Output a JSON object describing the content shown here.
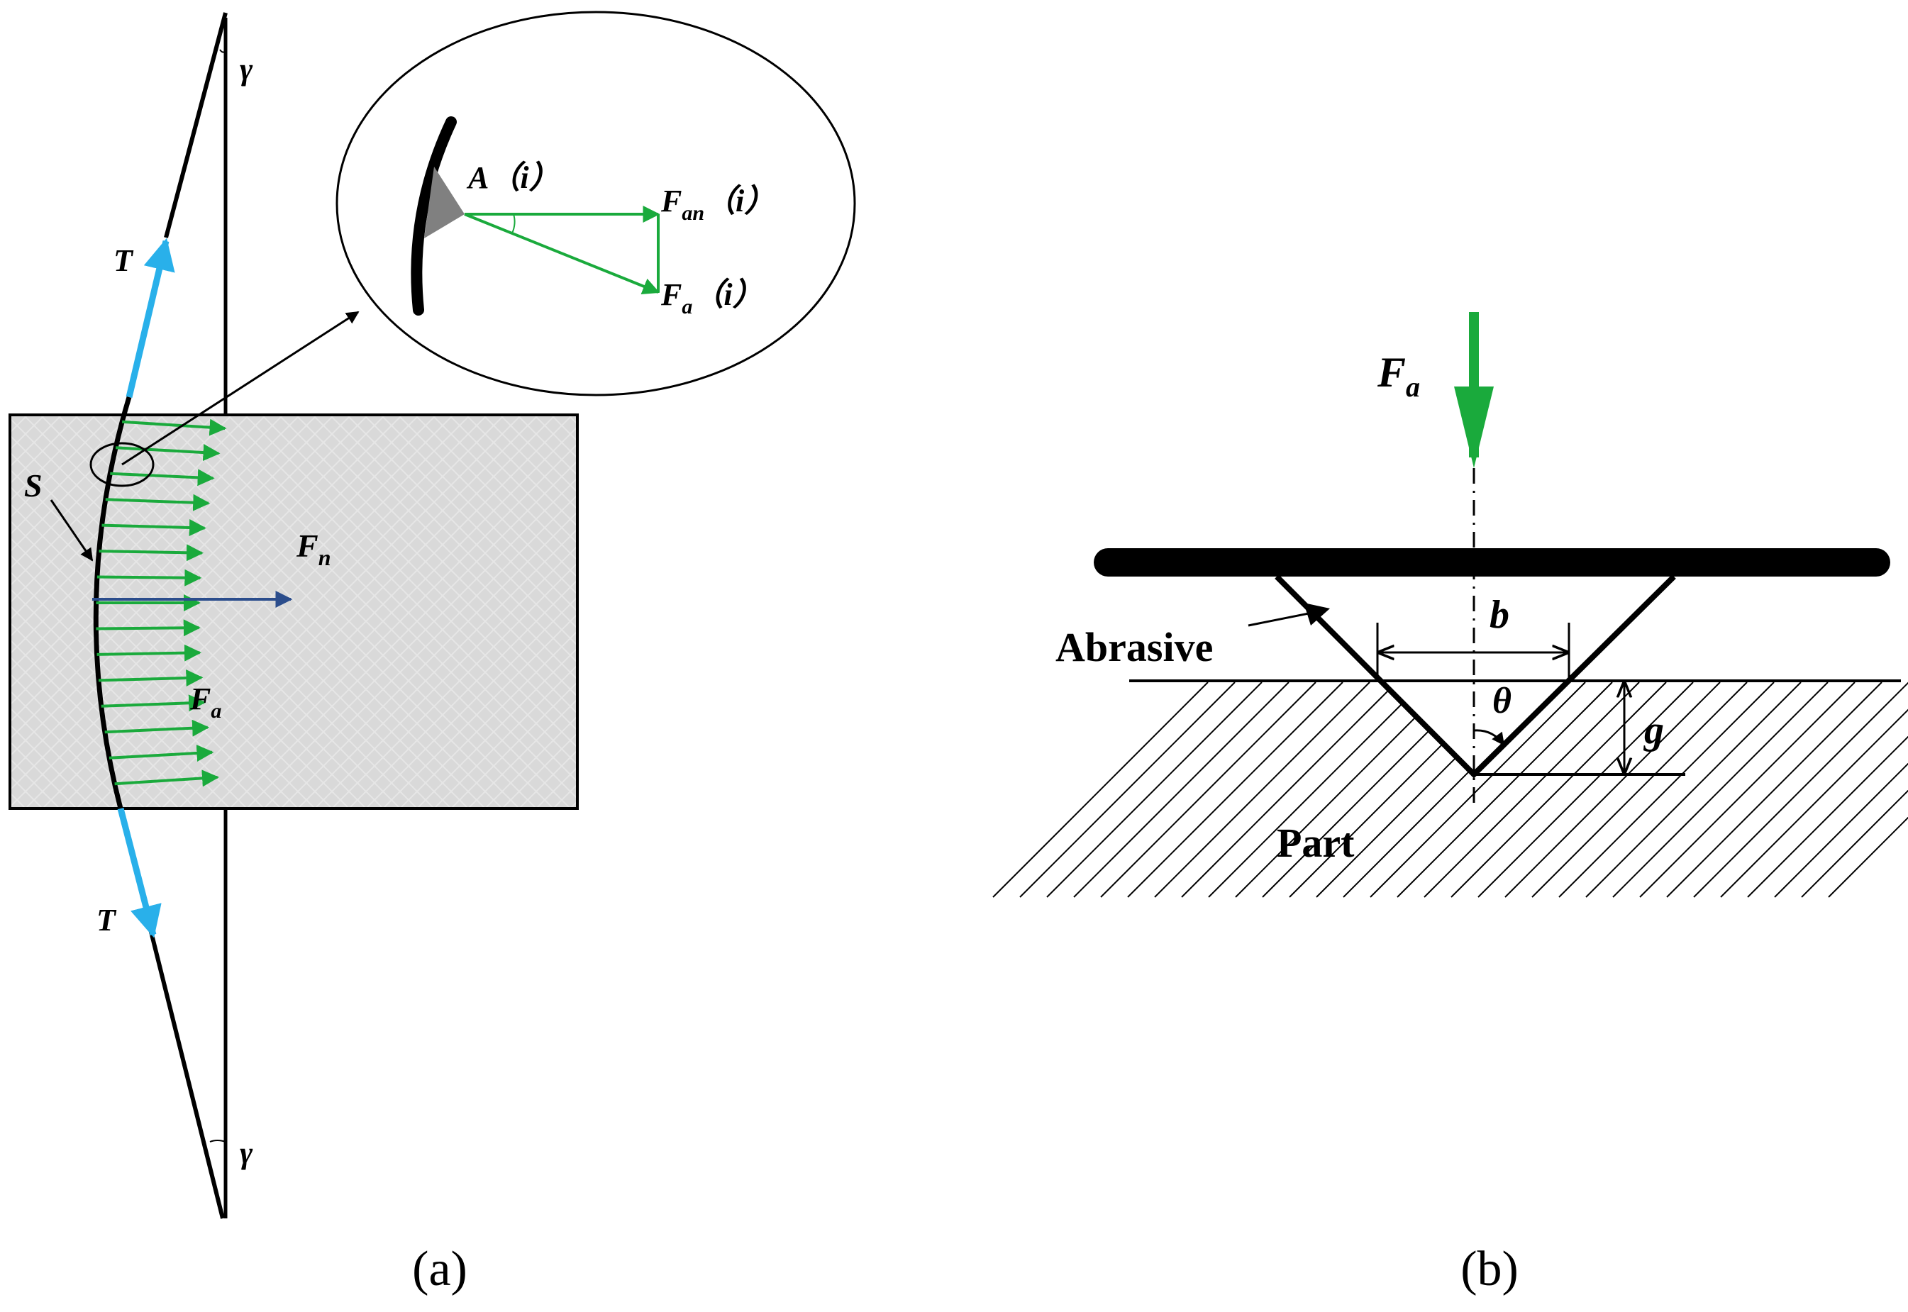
{
  "colors": {
    "ink": "#000000",
    "tension": "#29b0ea",
    "abrasive_force": "#1aaa3c",
    "normal_force": "#2b4d8c",
    "part_fill": "#d9d9d9",
    "grit": "#808080"
  },
  "panel_a": {
    "caption": "(a)",
    "label_gamma_top": "γ",
    "label_gamma_bottom": "γ",
    "label_T_top": "T",
    "label_T_bottom": "T",
    "label_S": "S",
    "label_Fn": {
      "base": "F",
      "sub": "n"
    },
    "label_Fa": {
      "base": "F",
      "sub": "a"
    },
    "inset": {
      "label_A": "A（i）",
      "label_Fan": {
        "base": "F",
        "sub": "an",
        "suffix": "（i）"
      },
      "label_Fa_i": {
        "base": "F",
        "sub": "a",
        "suffix": "（i）"
      }
    },
    "force_arrow_count": 15
  },
  "panel_b": {
    "caption": "(b)",
    "label_Fa": {
      "base": "F",
      "sub": "a"
    },
    "label_b": "b",
    "label_theta": "θ",
    "label_g": "g",
    "label_abrasive": "Abrasive",
    "label_part": "Part"
  }
}
